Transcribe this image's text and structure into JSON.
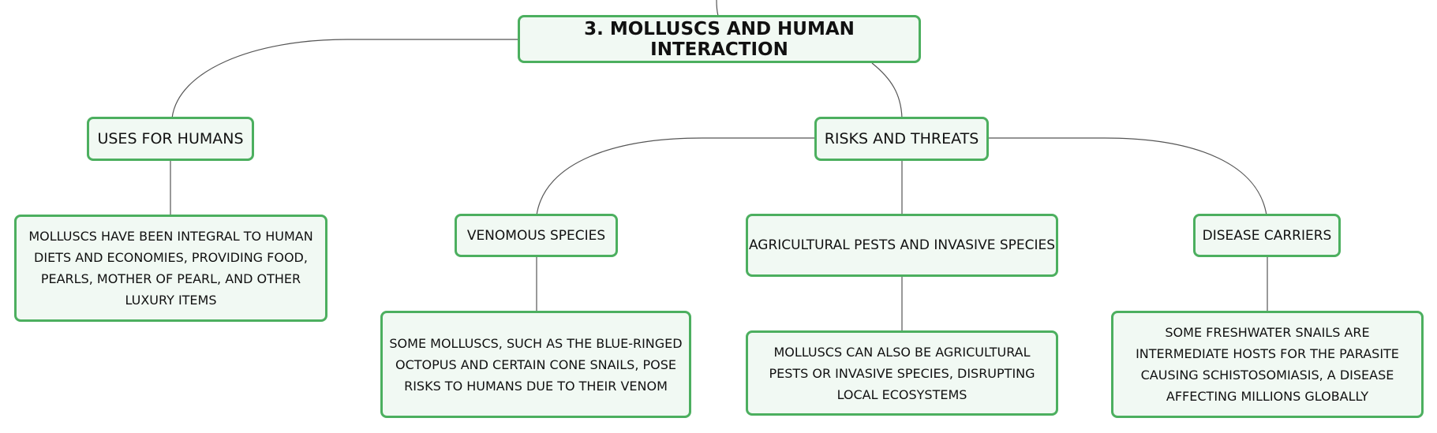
{
  "root": {
    "label": "3. MOLLUSCS AND HUMAN INTERACTION"
  },
  "uses": {
    "label": "USES FOR HUMANS",
    "detail": "MOLLUSCS HAVE BEEN INTEGRAL TO HUMAN DIETS AND ECONOMIES, PROVIDING FOOD, PEARLS, MOTHER OF PEARL, AND OTHER LUXURY ITEMS"
  },
  "risks": {
    "label": "RISKS AND THREATS",
    "venomous": {
      "label": "VENOMOUS SPECIES",
      "detail": "SOME MOLLUSCS, SUCH AS THE BLUE-RINGED OCTOPUS AND CERTAIN CONE SNAILS, POSE RISKS TO HUMANS DUE TO THEIR VENOM"
    },
    "pests": {
      "label": "AGRICULTURAL PESTS AND INVASIVE SPECIES",
      "detail": "MOLLUSCS CAN ALSO BE AGRICULTURAL PESTS OR INVASIVE SPECIES, DISRUPTING LOCAL ECOSYSTEMS"
    },
    "disease": {
      "label": "DISEASE CARRIERS",
      "detail": "SOME FRESHWATER SNAILS ARE INTERMEDIATE HOSTS FOR THE PARASITE CAUSING SCHISTOSOMIASIS, A DISEASE AFFECTING MILLIONS GLOBALLY"
    }
  }
}
